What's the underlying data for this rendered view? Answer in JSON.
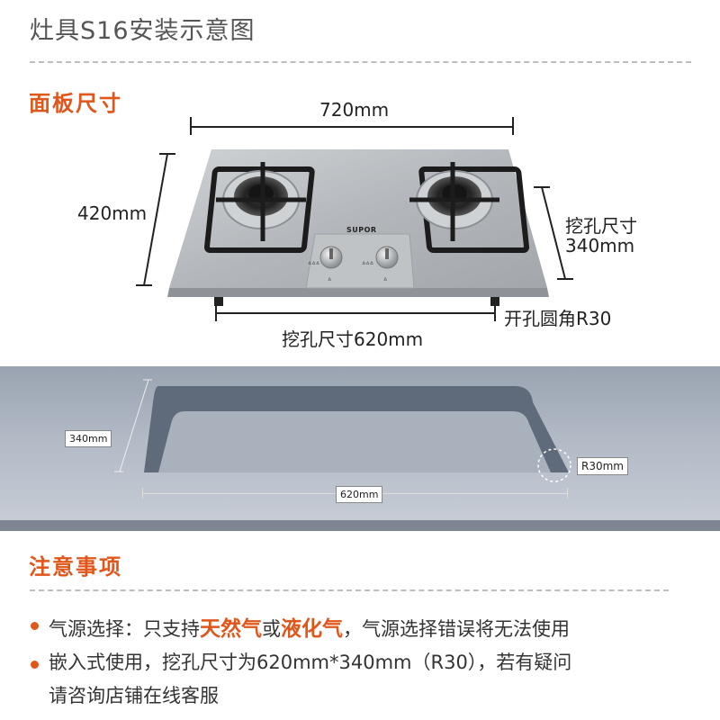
{
  "header": {
    "title": "灶具S16安装示意图"
  },
  "panel_section": {
    "title": "面板尺寸",
    "width_label": "720mm",
    "depth_label": "420mm",
    "cutout_depth_label_line1": "挖孔尺寸",
    "cutout_depth_label_line2": "340mm",
    "cutout_width_label": "挖孔尺寸620mm",
    "corner_radius_label": "开孔圆角R30",
    "brand_logo": "SUPOR",
    "burner_icons": [
      "flame-icon",
      "flame-icon"
    ]
  },
  "cutout_diagram": {
    "depth_label": "340mm",
    "width_label": "620mm",
    "radius_label": "R30mm"
  },
  "notes_section": {
    "title": "注意事项",
    "items": [
      {
        "prefix": "气源选择：只支持",
        "highlight1": "天然气",
        "middle": "或",
        "highlight2": "液化气",
        "suffix": "，气源选择错误将无法使用"
      },
      {
        "line1": "嵌入式使用，挖孔尺寸为620mm*340mm（R30），若有疑问",
        "line2": "请咨询店铺在线客服"
      }
    ]
  },
  "colors": {
    "accent": "#e0561b",
    "steel": "#b9bcbf",
    "countertop": "#aab2bf",
    "cutout_edge": "#5f6b7a"
  }
}
